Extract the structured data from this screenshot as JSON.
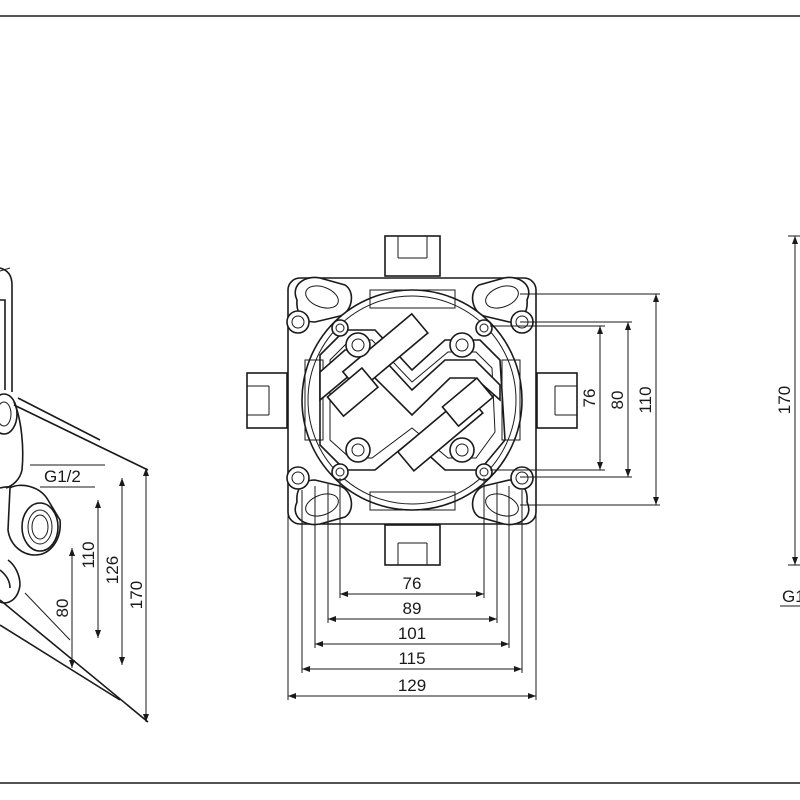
{
  "front_view": {
    "horizontal_dimensions": [
      "76",
      "89",
      "101",
      "115",
      "129"
    ],
    "vertical_dimensions": [
      "76",
      "80",
      "110"
    ]
  },
  "side_view": {
    "thread_label": "G1/2",
    "dimensions": [
      "80",
      "110",
      "126",
      "170"
    ]
  },
  "right_view": {
    "height_dimension": "170",
    "thread_label_partial": "G1"
  }
}
